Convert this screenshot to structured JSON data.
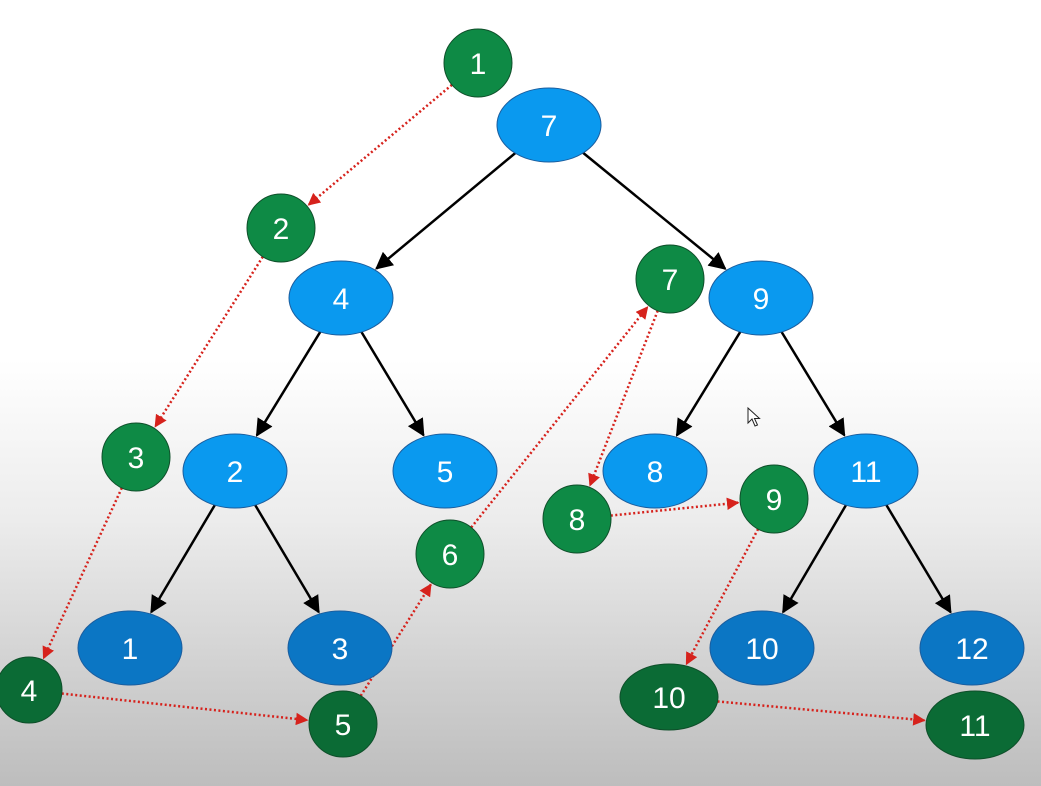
{
  "colors": {
    "tree_node": "#0a99ef",
    "tree_node_lower": "#0b76c4",
    "order_node": "#0e8a45",
    "order_node_lower": "#0b6b35",
    "edge": "#000000",
    "traversal_arrow": "#d6221c",
    "label": "#ffffff"
  },
  "tree": {
    "root": "7",
    "nodes": [
      "7",
      "4",
      "9",
      "2",
      "5",
      "8",
      "11",
      "1",
      "3",
      "10",
      "12"
    ],
    "edges": [
      [
        "7",
        "4"
      ],
      [
        "7",
        "9"
      ],
      [
        "4",
        "2"
      ],
      [
        "4",
        "5"
      ],
      [
        "2",
        "1"
      ],
      [
        "2",
        "3"
      ],
      [
        "9",
        "8"
      ],
      [
        "9",
        "11"
      ],
      [
        "11",
        "10"
      ],
      [
        "11",
        "12"
      ]
    ]
  },
  "traversal": {
    "order_labels": [
      "1",
      "2",
      "3",
      "4",
      "5",
      "6",
      "7",
      "8",
      "9",
      "10",
      "11"
    ],
    "visits": [
      "7",
      "4",
      "2",
      "1",
      "3",
      "5",
      "9",
      "8",
      "11",
      "10",
      "12"
    ]
  },
  "cursor_icon": "mouse-pointer-icon"
}
